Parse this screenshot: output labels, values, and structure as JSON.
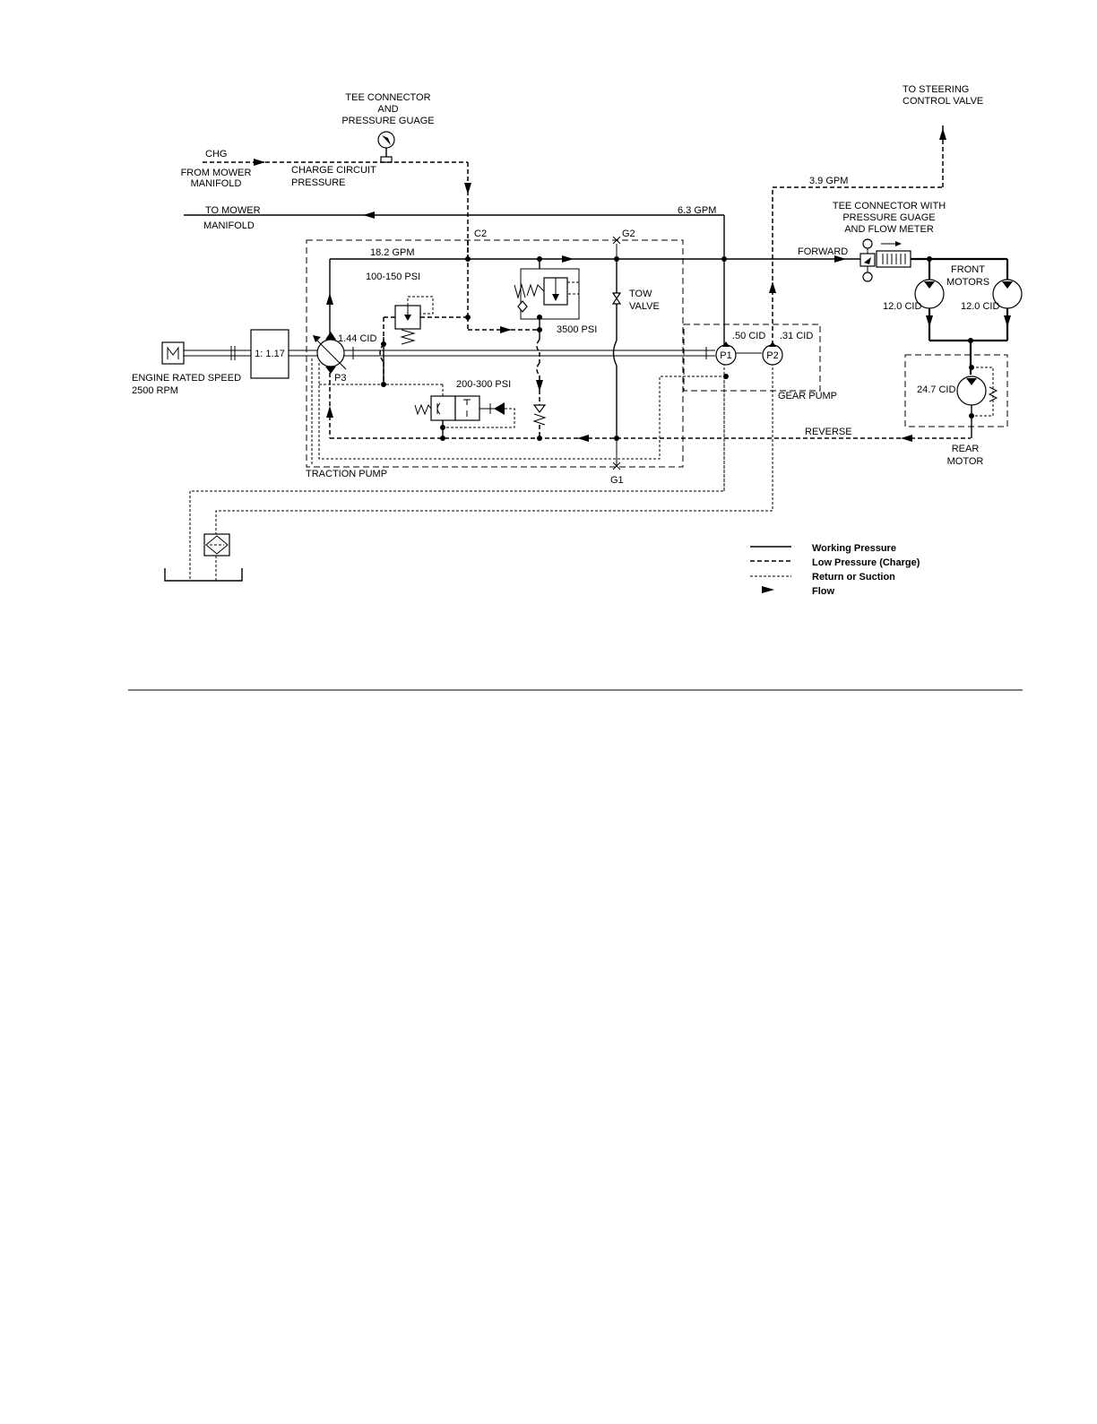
{
  "labels": {
    "tee_connector_title": [
      "TEE CONNECTOR",
      "AND",
      "PRESSURE GUAGE"
    ],
    "chg": "CHG",
    "from_mower_manifold": [
      "FROM MOWER",
      "MANIFOLD"
    ],
    "charge_circuit_pressure": [
      "CHARGE CIRCUIT",
      "PRESSURE"
    ],
    "to_steering": [
      "TO STEERING",
      "CONTROL VALVE"
    ],
    "gpm_3_9": "3.9 GPM",
    "to_mower_manifold": [
      "TO MOWER",
      "MANIFOLD"
    ],
    "gpm_6_3": "6.3 GPM",
    "tee_flow_meter": [
      "TEE CONNECTOR WITH",
      "PRESSURE GUAGE",
      "AND FLOW METER"
    ],
    "c2": "C2",
    "g2": "G2",
    "gpm_18_2": "18.2 GPM",
    "forward": "FORWARD",
    "front_motors": [
      "FRONT",
      "MOTORS"
    ],
    "psi_100_150": "100-150 PSI",
    "tow_valve": [
      "TOW",
      "VALVE"
    ],
    "cid_12_left": "12.0 CID",
    "cid_12_right": "12.0 CID",
    "psi_3500": "3500 PSI",
    "cid_1_44": "1.44 CID",
    "cid_50": ".50 CID",
    "cid_31": ".31 CID",
    "ratio": "1: 1.17",
    "p1": "P1",
    "p2": "P2",
    "p3": "P3",
    "engine_rated_speed": [
      "ENGINE RATED SPEED",
      "2500 RPM"
    ],
    "psi_200_300": "200-300 PSI",
    "gear_pump": "GEAR PUMP",
    "cid_24_7": "24.7 CID",
    "reverse": "REVERSE",
    "rear_motor": [
      "REAR",
      "MOTOR"
    ],
    "traction_pump": "TRACTION PUMP",
    "g1": "G1"
  },
  "legend": [
    {
      "style": "solid",
      "label": "Working Pressure"
    },
    {
      "style": "dashed",
      "label": "Low  Pressure  (Charge)"
    },
    {
      "style": "dotted",
      "label": "Return  or Suction"
    },
    {
      "style": "arrow",
      "label": "Flow"
    }
  ]
}
